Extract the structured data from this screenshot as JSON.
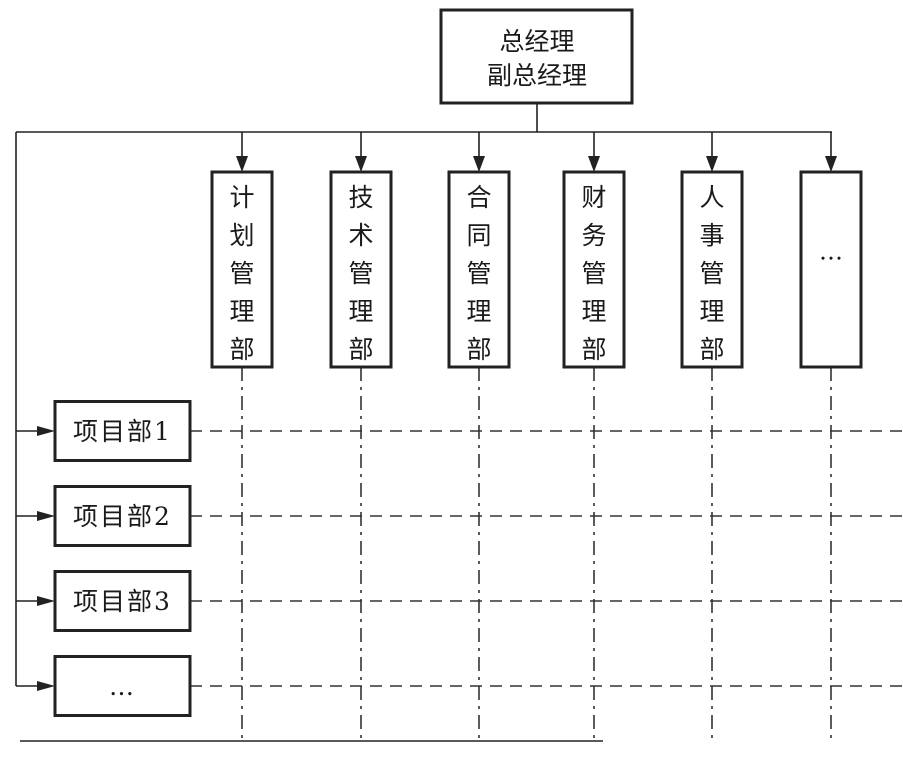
{
  "diagram": {
    "title": "项目管理组织结构（矩阵式）",
    "top": {
      "lines": [
        "总经理",
        "副总经理"
      ]
    },
    "departments": [
      {
        "label": "计划管理部"
      },
      {
        "label": "技术管理部"
      },
      {
        "label": "合同管理部"
      },
      {
        "label": "财务管理部"
      },
      {
        "label": "人事管理部"
      },
      {
        "label": "…"
      }
    ],
    "projects": [
      {
        "label": "项目部1"
      },
      {
        "label": "项目部2"
      },
      {
        "label": "项目部3"
      },
      {
        "label": "…"
      }
    ],
    "colors": {
      "stroke": "#222222",
      "text": "#1a1a1a",
      "background": "#ffffff"
    }
  }
}
